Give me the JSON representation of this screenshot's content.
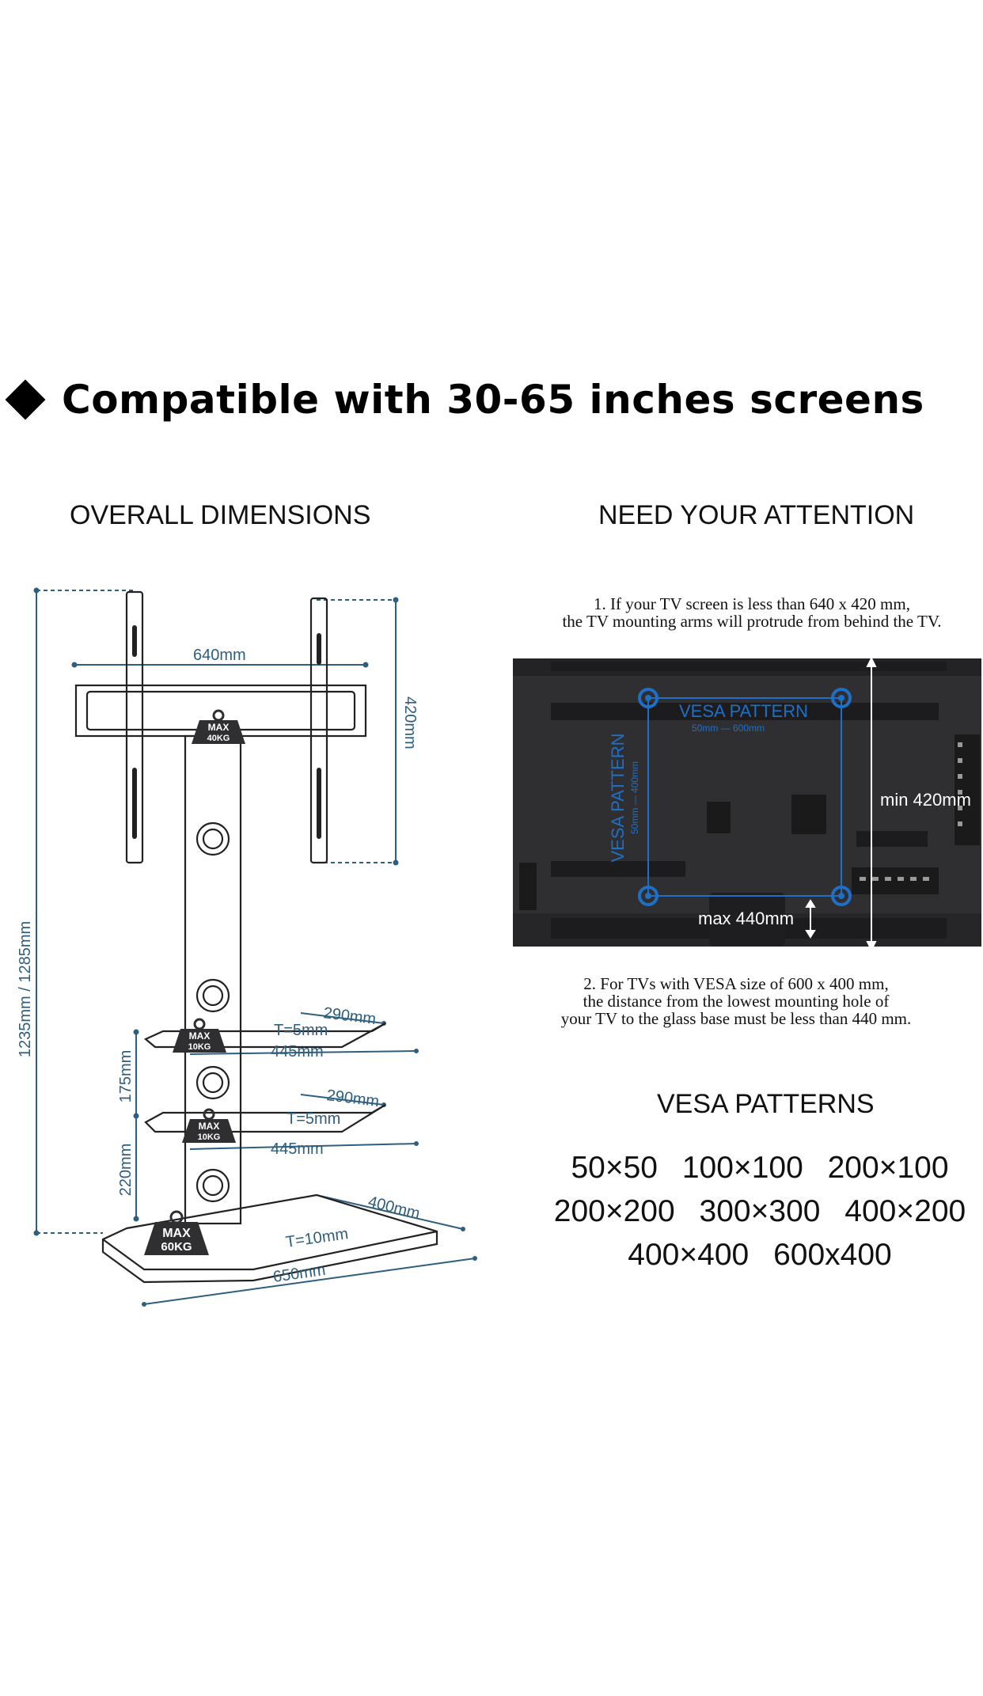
{
  "headline": "Compatible with 30-65 inches screens",
  "left_section": {
    "title": "OVERALL DIMENSIONS",
    "labels": {
      "width_top": "640mm",
      "height_arms": "420mm",
      "total_height": "1235mm / 1285mm",
      "shelf_gap_1": "175mm",
      "shelf_gap_2": "220mm",
      "shelf1_depth": "290mm",
      "shelf1_thickness": "T=5mm",
      "shelf1_width": "445mm",
      "shelf2_depth": "290mm",
      "shelf2_thickness": "T=5mm",
      "shelf2_width": "445mm",
      "base_depth": "400mm",
      "base_thickness": "T=10mm",
      "base_width": "650mm"
    },
    "weights": {
      "top_max": "MAX",
      "top_load": "40KG",
      "shelf1_max": "MAX",
      "shelf1_load": "10KG",
      "shelf2_max": "MAX",
      "shelf2_load": "10KG",
      "base_max": "MAX",
      "base_load": "60KG"
    }
  },
  "right_section": {
    "title": "NEED YOUR ATTENTION",
    "note1_line1": "1. If your TV screen is less than 640 x 420 mm,",
    "note1_line2": "the TV mounting arms will protrude from behind the TV.",
    "tv_labels": {
      "vesa_horizontal": "VESA PATTERN",
      "vesa_horizontal_range": "50mm — 600mm",
      "vesa_vertical": "VESA PATTERN",
      "vesa_vertical_range": "50mm — 400mm",
      "min_height": "min 420mm",
      "max_distance": "max 440mm"
    },
    "note2_line1": "2. For TVs with VESA size of 600 x 400 mm,",
    "note2_line2": "the distance from the lowest mounting hole of",
    "note2_line3": "your TV to the glass base must be less than 440 mm.",
    "vesa_title": "VESA PATTERNS",
    "vesa_rows": [
      [
        "50×50",
        "100×100",
        "200×100"
      ],
      [
        "200×200",
        "300×300",
        "400×200"
      ],
      [
        "400×400",
        "600x400"
      ]
    ]
  },
  "colors": {
    "dimension_lines": "#2e5f7e",
    "vesa_blue": "#1f6fc6",
    "tv_body": "#2f2f31"
  }
}
